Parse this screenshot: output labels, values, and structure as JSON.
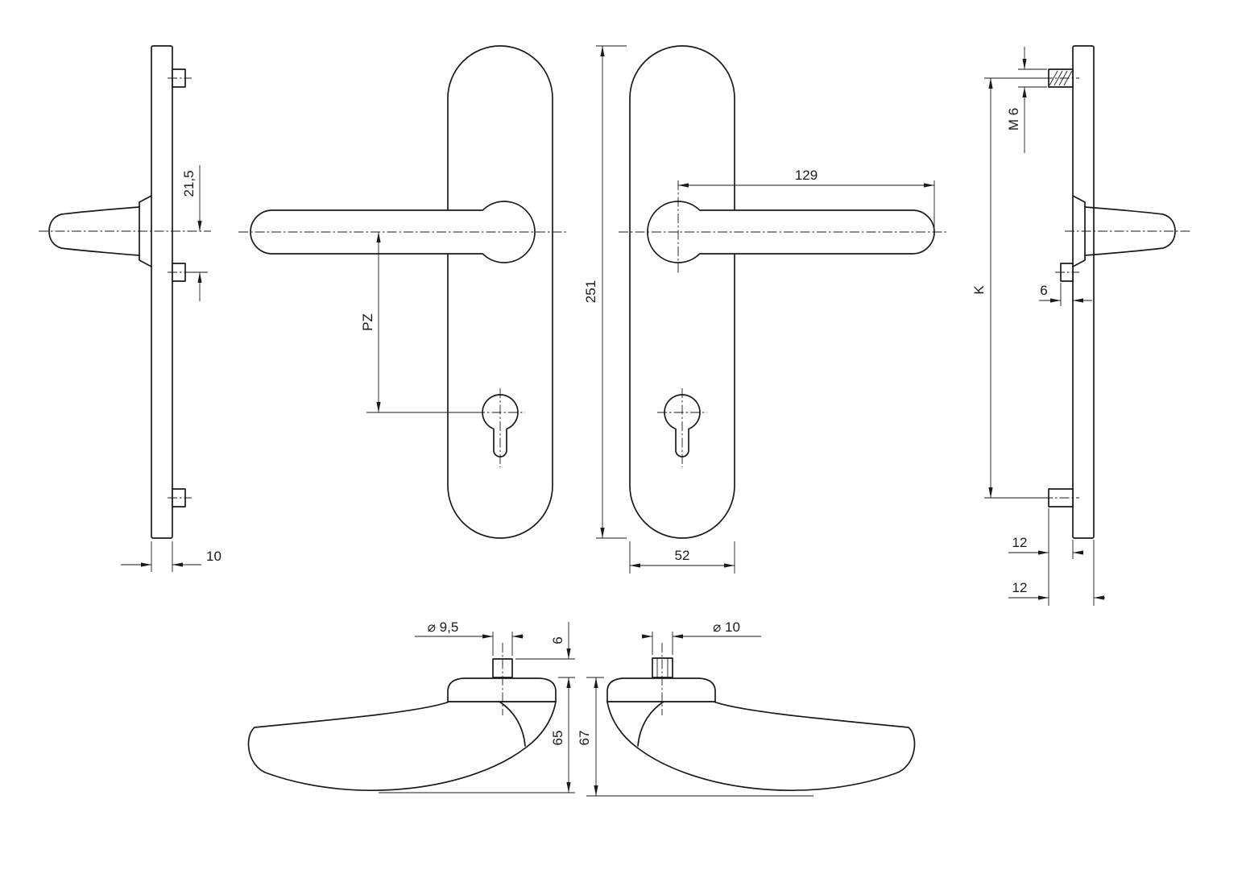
{
  "colors": {
    "ink": "#1a1a1a",
    "background": "#ffffff"
  },
  "dims": {
    "d21_5": "21,5",
    "d10": "10",
    "pz": "PZ",
    "d251": "251",
    "d52": "52",
    "d129": "129",
    "m6": "M 6",
    "k": "K",
    "d6_side": "6",
    "d12_upper": "12",
    "d12_lower": "12",
    "dia_9_5": "⌀ 9,5",
    "d6_top": "6",
    "d65": "65",
    "dia_10": "⌀ 10",
    "d67": "67"
  }
}
